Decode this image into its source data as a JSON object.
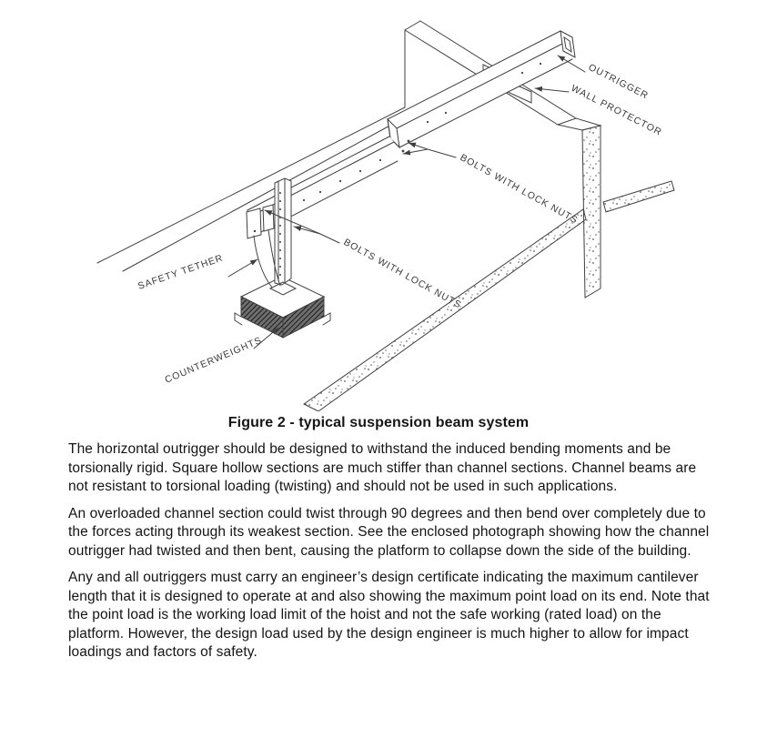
{
  "figure": {
    "caption": "Figure 2 - typical suspension beam system",
    "labels": {
      "outrigger": "OUTRIGGER",
      "wall_protector": "WALL PROTECTOR",
      "bolts_upper": "BOLTS WITH LOCK NUTS",
      "bolts_lower": "BOLTS WITH LOCK NUTS",
      "safety_tether": "SAFETY TETHER",
      "counterweights": "COUNTERWEIGHTS"
    }
  },
  "paragraphs": [
    "The horizontal outrigger should be designed to withstand the induced bending moments and be torsionally rigid. Square hollow sections are much stiffer than channel sections. Channel beams are not resistant to torsional loading (twisting) and should not be used in such applications.",
    "An overloaded channel section could twist through 90 degrees and then bend over completely due to the forces acting through its weakest section. See the enclosed photograph showing how the channel outrigger had twisted and then bent, causing the platform to collapse down the side of the building.",
    "Any and all outriggers must carry an engineer’s design certificate indicating the maximum cantilever length that it is designed to operate at and also showing the maximum point load on its end. Note that the point load is the working load limit of the hoist and not the safe working (rated load) on the platform. However, the design load used by the design engineer is much higher to allow for impact loadings and factors of safety."
  ],
  "colors": {
    "line": "#404040",
    "text": "#141414",
    "background": "#ffffff"
  }
}
